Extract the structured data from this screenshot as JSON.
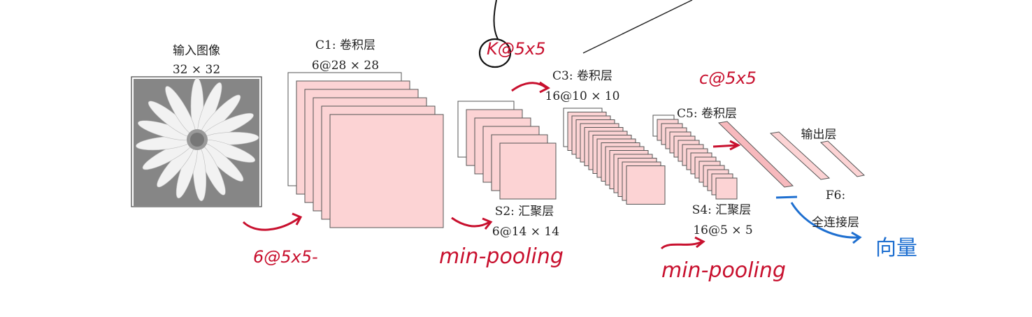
{
  "diagram": {
    "input": {
      "title": "输入图像",
      "size": "32 × 32"
    },
    "c1": {
      "title": "C1: 卷积层",
      "size": "6@28 × 28"
    },
    "s2": {
      "title": "S2: 汇聚层",
      "size": "6@14 × 14"
    },
    "c3": {
      "title": "C3: 卷积层",
      "size": "16@10 × 10"
    },
    "s4": {
      "title": "S4: 汇聚层",
      "size": "16@5 × 5"
    },
    "c5": {
      "title": "C5: 卷积层"
    },
    "output": {
      "title": "输出层"
    },
    "f6": {
      "title": "F6:",
      "subtitle": "全连接层"
    }
  },
  "annotations": {
    "kernel_c3": "K@5x5",
    "kernel_c5": "c@5x5",
    "kernel_c1": "6@5x5-",
    "pool_1": "min-pooling",
    "pool_2": "min-pooling",
    "vector": "向量"
  },
  "colors": {
    "feature_map_fill": "#fcd3d4",
    "feature_map_stroke": "#555555",
    "annotation_red": "#c8102e",
    "annotation_blue": "#1e6fd0"
  }
}
